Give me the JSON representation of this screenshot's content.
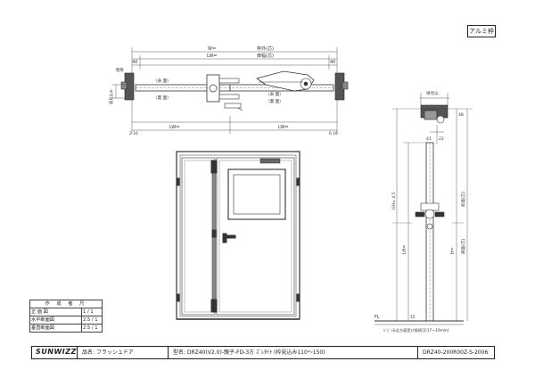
{
  "frame_badge": "アルミ枠",
  "plan": {
    "w_label": "W=",
    "frame_width_label": "枠外(芯)",
    "lw_label": "LW=",
    "door_width_label": "扉幅(芯)",
    "dim_40_left": "40",
    "dim_40_right": "40",
    "face_front_left": "〈表 面〉",
    "face_back_left": "〈裏 面〉",
    "face_front_right": "〈表 面〉",
    "face_back_right": "〈裏 面〉",
    "jamb_label": "壁厚",
    "depth_label": "扉見込み",
    "lw_bottom_left": "LW=",
    "lw_bottom_right": "LW=",
    "dim_left_small": "2 16",
    "dim_right_small": "6 16"
  },
  "section": {
    "top_label": "扉見込",
    "dim_48": "48",
    "dim_41": "41",
    "dim_22": "22",
    "oh_label": "OH= 4.5",
    "h_label": "H=",
    "frame_height_label": "枠高(芯)",
    "lh_label": "LH=",
    "door_height_label": "扉高(芯)",
    "fl_label": "FL",
    "fl_dim": "15",
    "bottom_note": "ﾊﾞﾋﾞﾝ&全方面受け接続可(17〜19mm)"
  },
  "scale_table": {
    "header": "作 成 者 尺",
    "rows": [
      {
        "label": "正 面 図",
        "value": "1 / 1"
      },
      {
        "label": "水平断面図",
        "value": "2.5 / 1"
      },
      {
        "label": "垂直断面図",
        "value": "2.5 / 1"
      }
    ]
  },
  "title_block": {
    "logo": "SUNWIZZ",
    "product_name": "品名: フラッシュドア",
    "model": "型名: DRZ40(V2.0)-親子-FD-3方 ｽﾞﾚﾀｲﾄ (枠見込み110〜150)",
    "drawing_number": "DRZ40-200R00Z-S-2006"
  }
}
